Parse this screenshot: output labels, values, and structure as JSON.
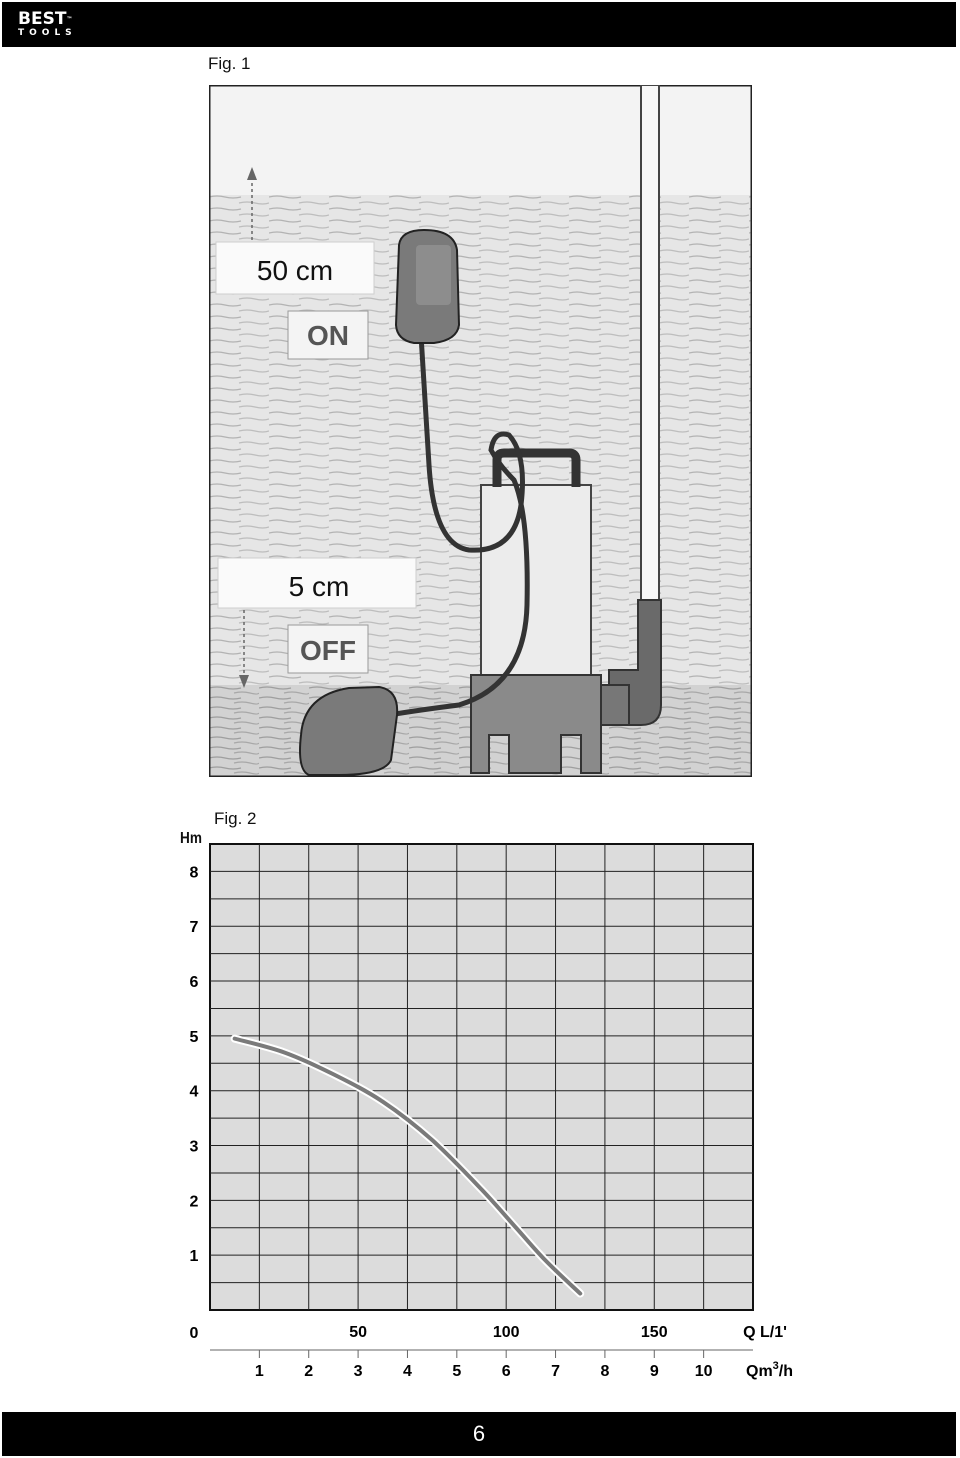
{
  "header": {
    "brand_line1": "BEST",
    "brand_line2": "TOOLS",
    "brand_mark": "™"
  },
  "fig1": {
    "label": "Fig. 1",
    "upper_distance": "50 cm",
    "on_label": "ON",
    "lower_distance": "5 cm",
    "off_label": "OFF"
  },
  "fig2": {
    "label": "Fig. 2"
  },
  "chart_data": {
    "type": "line",
    "ylabel": "Hm",
    "xlabel_primary": "Q L/1'",
    "xlabel_secondary_prefix": "Qm",
    "xlabel_secondary_sup": "3",
    "xlabel_secondary_suffix": "/h",
    "ylim": [
      0,
      8.5
    ],
    "xlim": [
      0,
      11
    ],
    "y_ticks": [
      "0",
      "1",
      "2",
      "3",
      "4",
      "5",
      "6",
      "7",
      "8"
    ],
    "x_ticks_primary": [
      {
        "value": 3,
        "label": "50"
      },
      {
        "value": 6,
        "label": "100"
      },
      {
        "value": 9,
        "label": "150"
      }
    ],
    "x_ticks_secondary": [
      "1",
      "2",
      "3",
      "4",
      "5",
      "6",
      "7",
      "8",
      "9",
      "10"
    ],
    "grid": true,
    "series": [
      {
        "x": [
          0.5,
          1.5,
          2.5,
          3.5,
          4.5,
          5.5,
          6.2,
          6.8,
          7.5
        ],
        "y": [
          4.95,
          4.7,
          4.3,
          3.8,
          3.1,
          2.2,
          1.5,
          0.9,
          0.3
        ]
      }
    ]
  },
  "footer": {
    "page_number": "6"
  }
}
